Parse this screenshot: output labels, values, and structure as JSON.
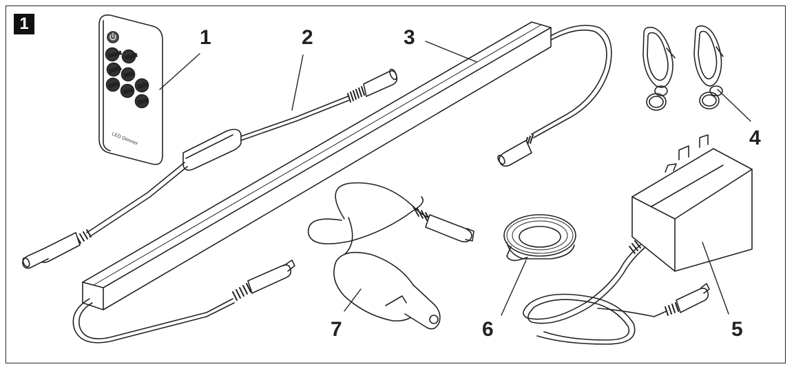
{
  "figure": {
    "number": "1"
  },
  "callouts": [
    "1",
    "2",
    "3",
    "4",
    "5",
    "6",
    "7"
  ],
  "remote": {
    "buttons": [
      "Reset",
      "Night",
      "100%",
      "60%",
      "80%",
      "40%",
      "20%",
      "10%"
    ],
    "brand": "LED Dimmer"
  }
}
